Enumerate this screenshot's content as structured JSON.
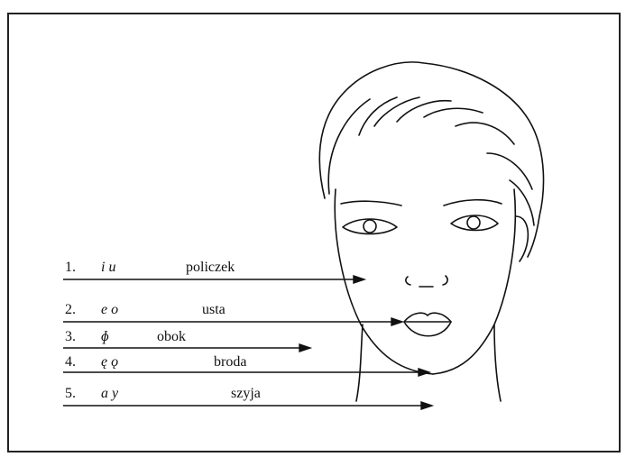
{
  "rows": [
    {
      "number": "1.",
      "symbols": "i u",
      "word": "policzek"
    },
    {
      "number": "2.",
      "symbols": "e o",
      "word": "usta"
    },
    {
      "number": "3.",
      "symbols": "ɸ",
      "word": "obok"
    },
    {
      "number": "4.",
      "symbols": "ę ǫ",
      "word": "broda"
    },
    {
      "number": "5.",
      "symbols": "a y",
      "word": "szyja"
    }
  ],
  "colors": {
    "ink": "#111111",
    "frame": "#222222",
    "background": "#ffffff"
  }
}
